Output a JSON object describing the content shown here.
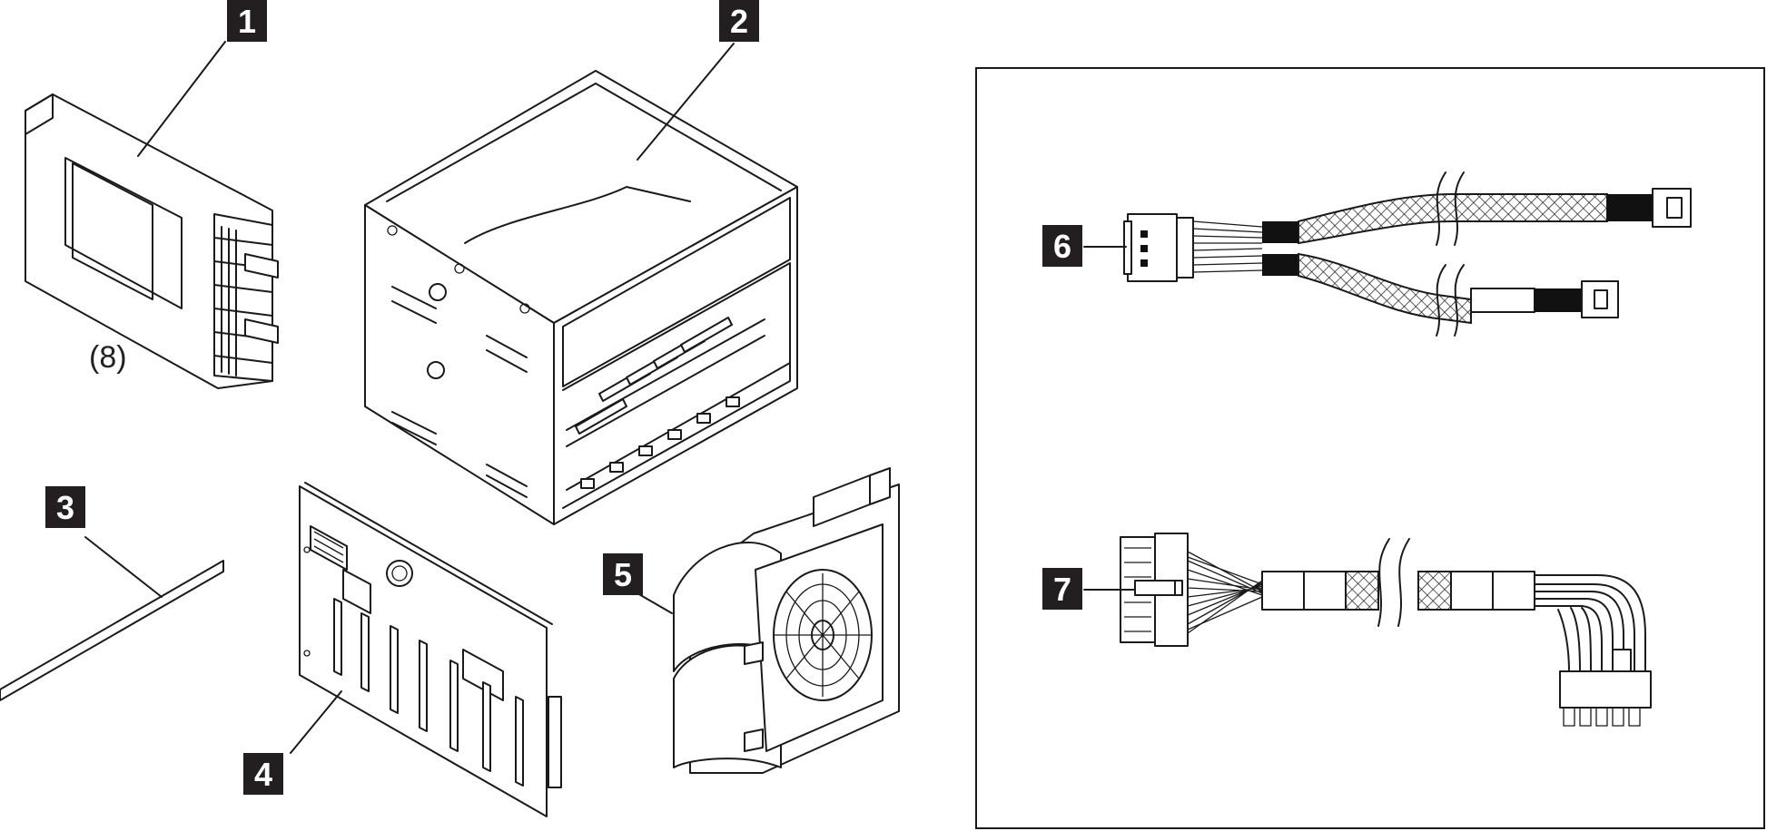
{
  "callouts": [
    {
      "label": "1"
    },
    {
      "label": "2"
    },
    {
      "label": "3"
    },
    {
      "label": "4"
    },
    {
      "label": "5"
    },
    {
      "label": "6"
    },
    {
      "label": "7"
    }
  ],
  "quantity_note": "(8)",
  "colors": {
    "callout_bg": "#231f20",
    "callout_text": "#ffffff",
    "line": "#1a1a1a",
    "background": "#ffffff"
  }
}
